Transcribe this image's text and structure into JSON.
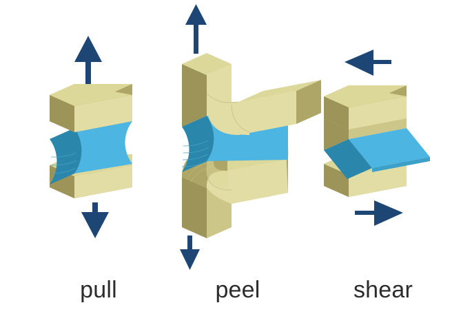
{
  "figure": {
    "title": "adhesive-loading-modes",
    "background_color": "#ffffff",
    "palette": {
      "block_top": "#dcd89a",
      "block_front": "#e2dda4",
      "block_side": "#aea667",
      "block_side_dark": "#9c9459",
      "block_edge": "#c8c289",
      "adhesive_front": "#4cb5e2",
      "adhesive_side": "#2a87ab",
      "adhesive_side_line": "#4aa0c0",
      "arrow": "#1d4675",
      "caption_text": "#2c2c2c"
    }
  },
  "panels": [
    {
      "id": "pull",
      "label": "pull",
      "arrows": [
        {
          "name": "arrow-up",
          "direction": "up",
          "position": "top"
        },
        {
          "name": "arrow-down",
          "direction": "down",
          "position": "bottom"
        }
      ],
      "blocks": 2,
      "adhesive_shape": "hourglass",
      "description": "two blocks separated by a waisted adhesive layer loaded in tension"
    },
    {
      "id": "peel",
      "label": "peel",
      "arrows": [
        {
          "name": "arrow-up",
          "direction": "up",
          "position": "top"
        },
        {
          "name": "arrow-down",
          "direction": "down",
          "position": "bottom"
        }
      ],
      "blocks": 2,
      "adhesive_shape": "hourglass",
      "description": "two L-shaped bent arms bonded by an adhesive layer loaded in peel"
    },
    {
      "id": "shear",
      "label": "shear",
      "arrows": [
        {
          "name": "arrow-left",
          "direction": "left",
          "position": "top"
        },
        {
          "name": "arrow-right",
          "direction": "right",
          "position": "bottom"
        }
      ],
      "blocks": 2,
      "adhesive_shape": "slanted-parallelogram",
      "description": "two offset blocks joined by a sheared adhesive layer"
    }
  ],
  "captions": {
    "pull": "pull",
    "peel": "peel",
    "shear": "shear"
  }
}
